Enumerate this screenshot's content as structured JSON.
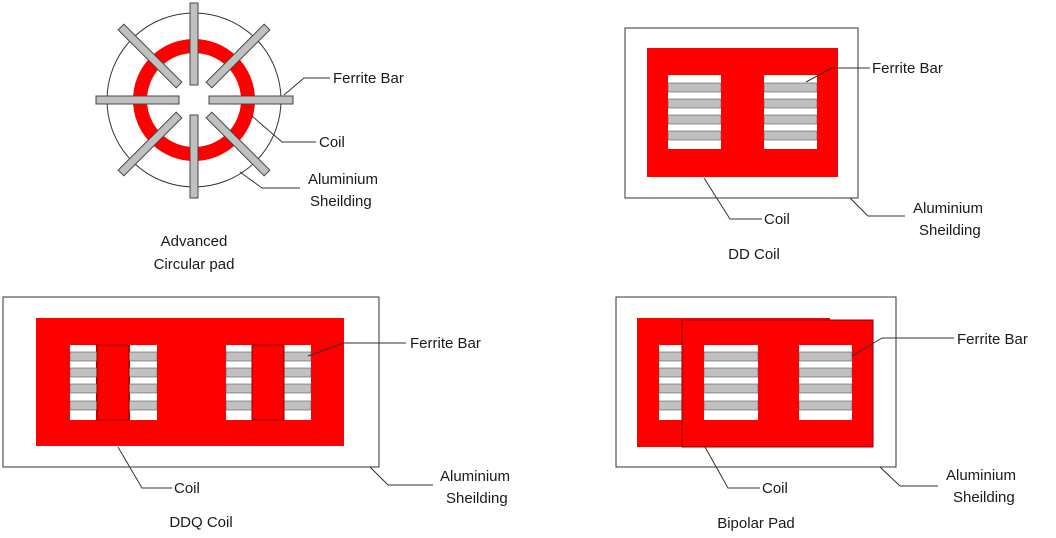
{
  "colors": {
    "coil": "#ff0000",
    "ferrite": "#c0c0c0",
    "line": "#333333",
    "background": "#ffffff"
  },
  "panels": {
    "circular": {
      "caption_line1": "Advanced",
      "caption_line2": "Circular pad",
      "label_ferrite": "Ferrite Bar",
      "label_coil": "Coil",
      "label_shield_line1": "Aluminium",
      "label_shield_line2": "Sheilding"
    },
    "dd": {
      "caption": "DD Coil",
      "label_ferrite": "Ferrite Bar",
      "label_coil": "Coil",
      "label_shield_line1": "Aluminium",
      "label_shield_line2": "Sheilding"
    },
    "ddq": {
      "caption": "DDQ Coil",
      "label_ferrite": "Ferrite Bar",
      "label_coil": "Coil",
      "label_shield_line1": "Aluminium",
      "label_shield_line2": "Sheilding"
    },
    "bipolar": {
      "caption": "Bipolar Pad",
      "label_ferrite": "Ferrite Bar",
      "label_coil": "Coil",
      "label_shield_line1": "Aluminium",
      "label_shield_line2": "Sheilding"
    }
  }
}
